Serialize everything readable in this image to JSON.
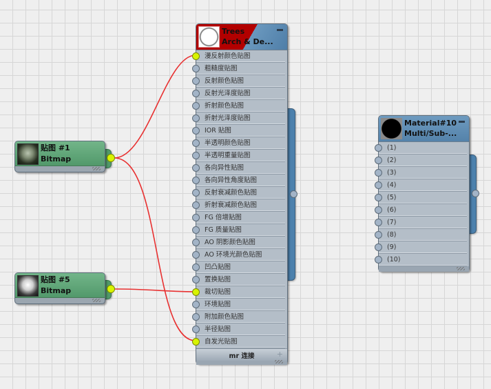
{
  "nodes": {
    "trees": {
      "title_line1": "Trees",
      "title_line2": "Arch & De...",
      "header_colors": {
        "accent": "#b00000",
        "base": "#5e8bb3"
      },
      "slots": [
        {
          "label": "漫反射颜色贴图",
          "connected": true
        },
        {
          "label": "粗糙度贴图",
          "connected": false
        },
        {
          "label": "反射颜色贴图",
          "connected": false
        },
        {
          "label": "反射光泽度贴图",
          "connected": false
        },
        {
          "label": "折射颜色贴图",
          "connected": false
        },
        {
          "label": "折射光泽度贴图",
          "connected": false
        },
        {
          "label": "IOR 贴图",
          "connected": false
        },
        {
          "label": "半透明颜色贴图",
          "connected": false
        },
        {
          "label": "半透明重量贴图",
          "connected": false
        },
        {
          "label": "各向异性贴图",
          "connected": false
        },
        {
          "label": "各向异性角度贴图",
          "connected": false
        },
        {
          "label": "反射衰减颜色贴图",
          "connected": false
        },
        {
          "label": "折射衰减颜色贴图",
          "connected": false
        },
        {
          "label": "FG 倍增贴图",
          "connected": false
        },
        {
          "label": "FG 质量贴图",
          "connected": false
        },
        {
          "label": "AO 阴影颜色贴图",
          "connected": false
        },
        {
          "label": "AO 环境光颜色贴图",
          "connected": false
        },
        {
          "label": "凹凸贴图",
          "connected": false
        },
        {
          "label": "置换贴图",
          "connected": false
        },
        {
          "label": "裁切贴图",
          "connected": true
        },
        {
          "label": "环境贴图",
          "connected": false
        },
        {
          "label": "附加颜色贴图",
          "connected": false
        },
        {
          "label": "半径贴图",
          "connected": false
        },
        {
          "label": "自发光贴图",
          "connected": true
        }
      ],
      "footer_label": "mr 连接",
      "footer_icon": "plus-icon"
    },
    "bitmap1": {
      "title_line1": "贴图 #1",
      "title_line2": "Bitmap"
    },
    "bitmap5": {
      "title_line1": "贴图 #5",
      "title_line2": "Bitmap"
    },
    "material10": {
      "title_line1": "Material#10",
      "title_line2": "Multi/Sub-...",
      "slots": [
        "(1)",
        "(2)",
        "(3)",
        "(4)",
        "(5)",
        "(6)",
        "(7)",
        "(8)",
        "(9)",
        "(10)"
      ]
    }
  },
  "wires": [
    {
      "from": "bitmap1",
      "to_slot": "漫反射颜色贴图"
    },
    {
      "from": "bitmap1",
      "to_slot": "自发光贴图"
    },
    {
      "from": "bitmap5",
      "to_slot": "裁切贴图"
    }
  ],
  "colors": {
    "wire": "#e83030",
    "port_connected": "#d8f400",
    "port_idle": "#a3b4c7"
  }
}
